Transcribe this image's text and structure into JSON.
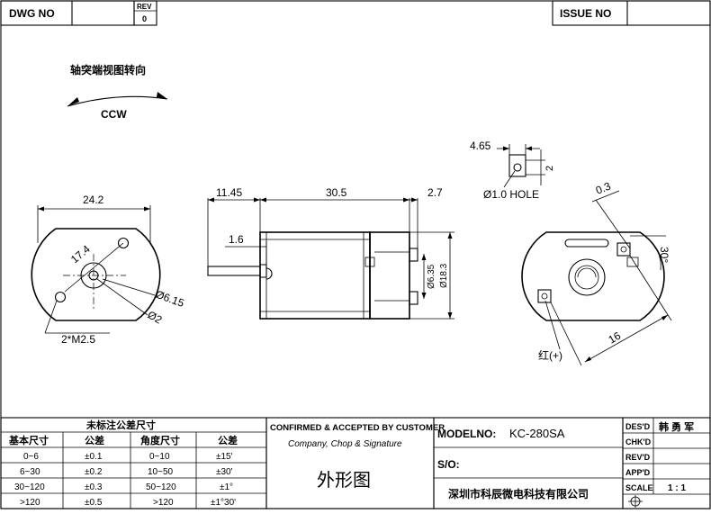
{
  "header": {
    "dwg_no_label": "DWG   NO",
    "rev_label": "REV",
    "rev_value": "0",
    "issue_no_label": "ISSUE   NO"
  },
  "rotation": {
    "caption": "轴突端视图转向",
    "direction": "CCW"
  },
  "dimensions": {
    "front_width": "24.2",
    "front_diag": "17.4",
    "front_hole_dia": "Ø6.15",
    "front_shaft_dia": "Ø2",
    "front_screw": "2*M2.5",
    "side_shaft_len": "11.45",
    "side_body_len": "30.5",
    "side_term_len": "2.7",
    "side_boss_len": "1.6",
    "side_inner_dia": "Ø6.35",
    "side_outer_dia": "Ø18.3",
    "term_width": "4.65",
    "term_height": "2",
    "term_hole": "Ø1.0 HOLE",
    "rear_offset": "0.3",
    "rear_angle": "30°",
    "rear_dist": "16",
    "rear_red": "红(+)"
  },
  "tolerance_table": {
    "title": "未标注公差尺寸",
    "headers": [
      "基本尺寸",
      "公差",
      "角度尺寸",
      "公差"
    ],
    "rows": [
      [
        "0~6",
        "±0.1",
        "0~10",
        "±15'"
      ],
      [
        "6~30",
        "±0.2",
        "10~50",
        "±30'"
      ],
      [
        "30~120",
        "±0.3",
        "50~120",
        "±1°"
      ],
      [
        ">120",
        "±0.5",
        ">120",
        "±1°30'"
      ]
    ]
  },
  "confirm": {
    "title": "CONFIRMED & ACCEPTED BY CUSTOMER",
    "subtitle": "Company, Chop & Signature",
    "drawing_name": "外形图"
  },
  "model": {
    "label": "MODELNO:",
    "value": "KC-280SA",
    "so_label": "S/O:",
    "company": "深圳市科辰微电科技有限公司"
  },
  "signoff": {
    "des_label": "DES'D",
    "des_value": "韩 勇 军",
    "chk_label": "CHK'D",
    "revd_label": "REV'D",
    "app_label": "APP'D",
    "scale_label": "SCALE",
    "scale_value": "1 : 1"
  }
}
